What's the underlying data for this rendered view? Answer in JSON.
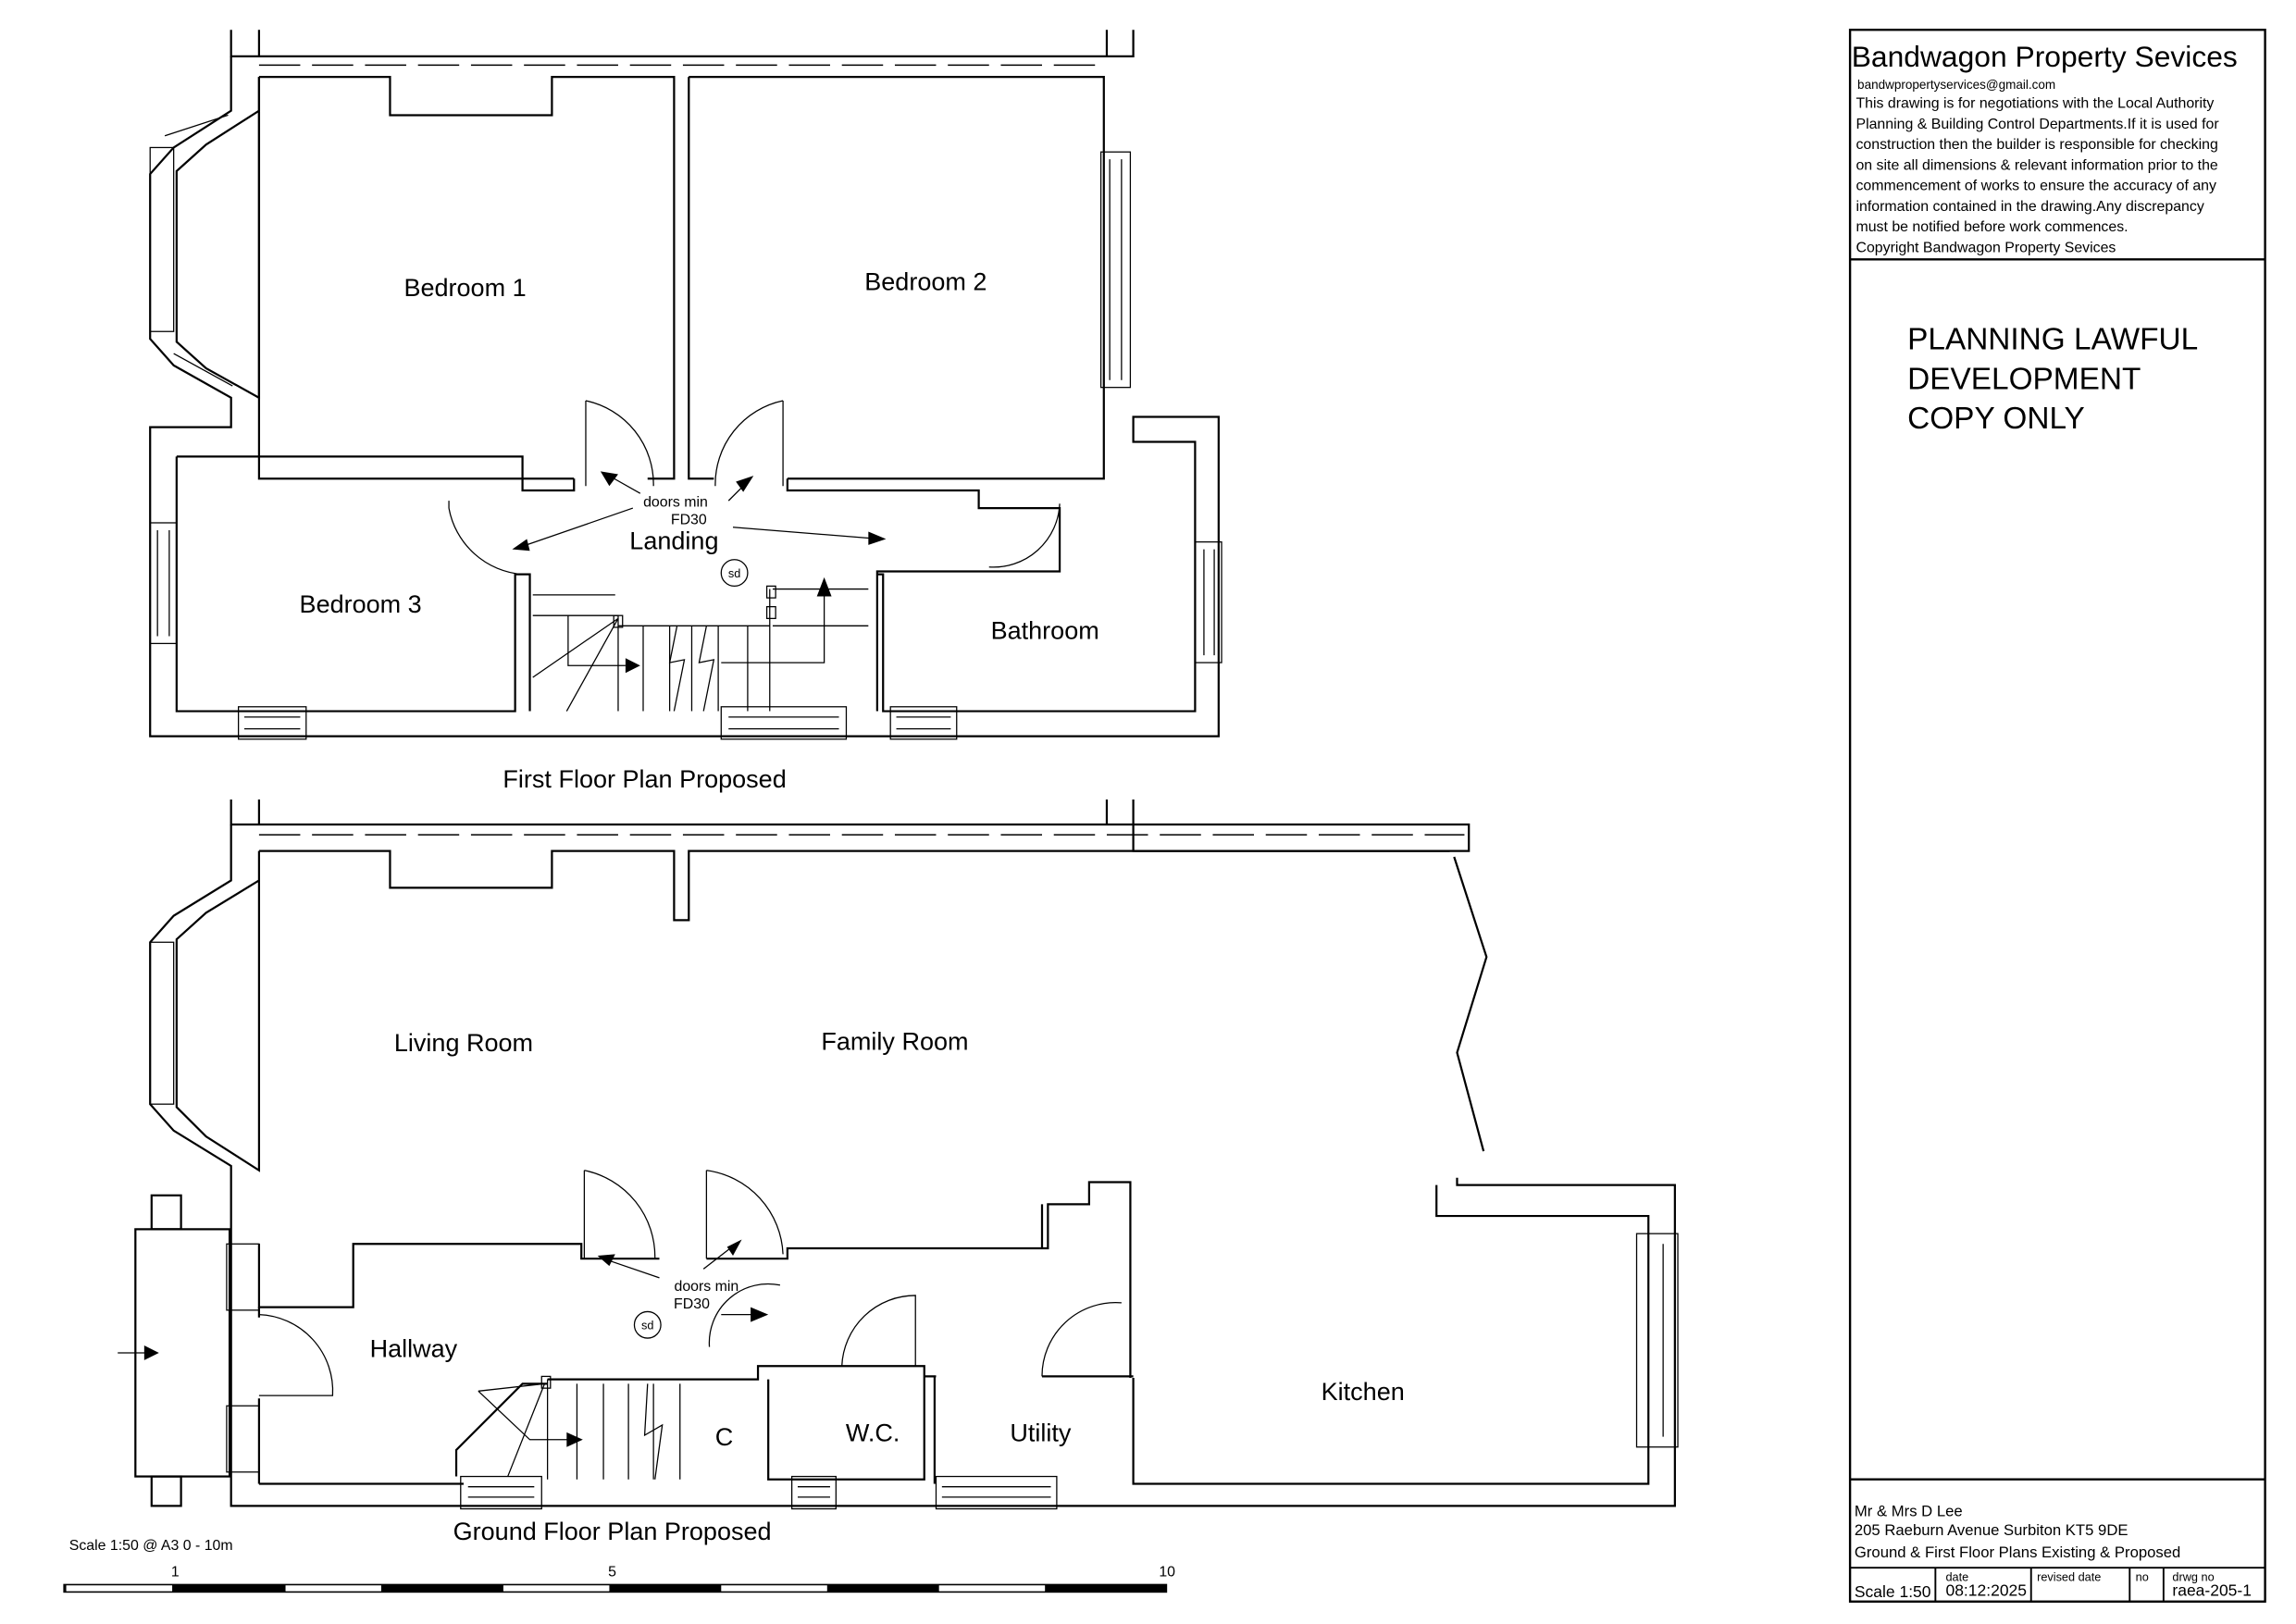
{
  "first_floor": {
    "title": "First Floor Plan Proposed",
    "rooms": {
      "bedroom1": "Bedroom 1",
      "bedroom2": "Bedroom 2",
      "bedroom3": "Bedroom 3",
      "landing": "Landing",
      "bathroom": "Bathroom"
    },
    "door_note_1": "doors min",
    "door_note_2": "FD30",
    "smoke_detector": "sd"
  },
  "ground_floor": {
    "title": "Ground Floor Plan Proposed",
    "rooms": {
      "living": "Living Room",
      "family": "Family Room",
      "hallway": "Hallway",
      "cupboard": "C",
      "wc": "W.C.",
      "utility": "Utility",
      "kitchen": "Kitchen"
    },
    "door_note_1": "doors min",
    "door_note_2": "FD30",
    "smoke_detector": "sd"
  },
  "scale_bar": {
    "caption": "Scale 1:50 @ A3 0 - 10m",
    "ticks": [
      "1",
      "5",
      "10"
    ]
  },
  "title_block": {
    "company": "Bandwagon Property Sevices",
    "email": "bandwpropertyservices@gmail.com",
    "disclaimer": [
      "This drawing is for negotiations with the Local Authority",
      "Planning & Building Control Departments.If it is used for",
      "construction then the builder is responsible for checking",
      "on site all dimensions & relevant information prior to the",
      "commencement of works to ensure the accuracy of any",
      "information contained  in the drawing.Any discrepancy",
      "must be notified before work commences.",
      "Copyright Bandwagon Property Sevices"
    ],
    "status": [
      "PLANNING LAWFUL",
      "DEVELOPMENT",
      "COPY ONLY"
    ],
    "client": "Mr & Mrs D Lee",
    "address": "205 Raeburn Avenue Surbiton KT5 9DE",
    "drawing_title": "Ground & First Floor Plans Existing & Proposed",
    "scale": "Scale 1:50",
    "date_label": "date",
    "date": "08:12:2025",
    "revised_label": "revised date",
    "no_label": "no",
    "drwg_label": "drwg no",
    "drwg_no": "raea-205-1"
  }
}
